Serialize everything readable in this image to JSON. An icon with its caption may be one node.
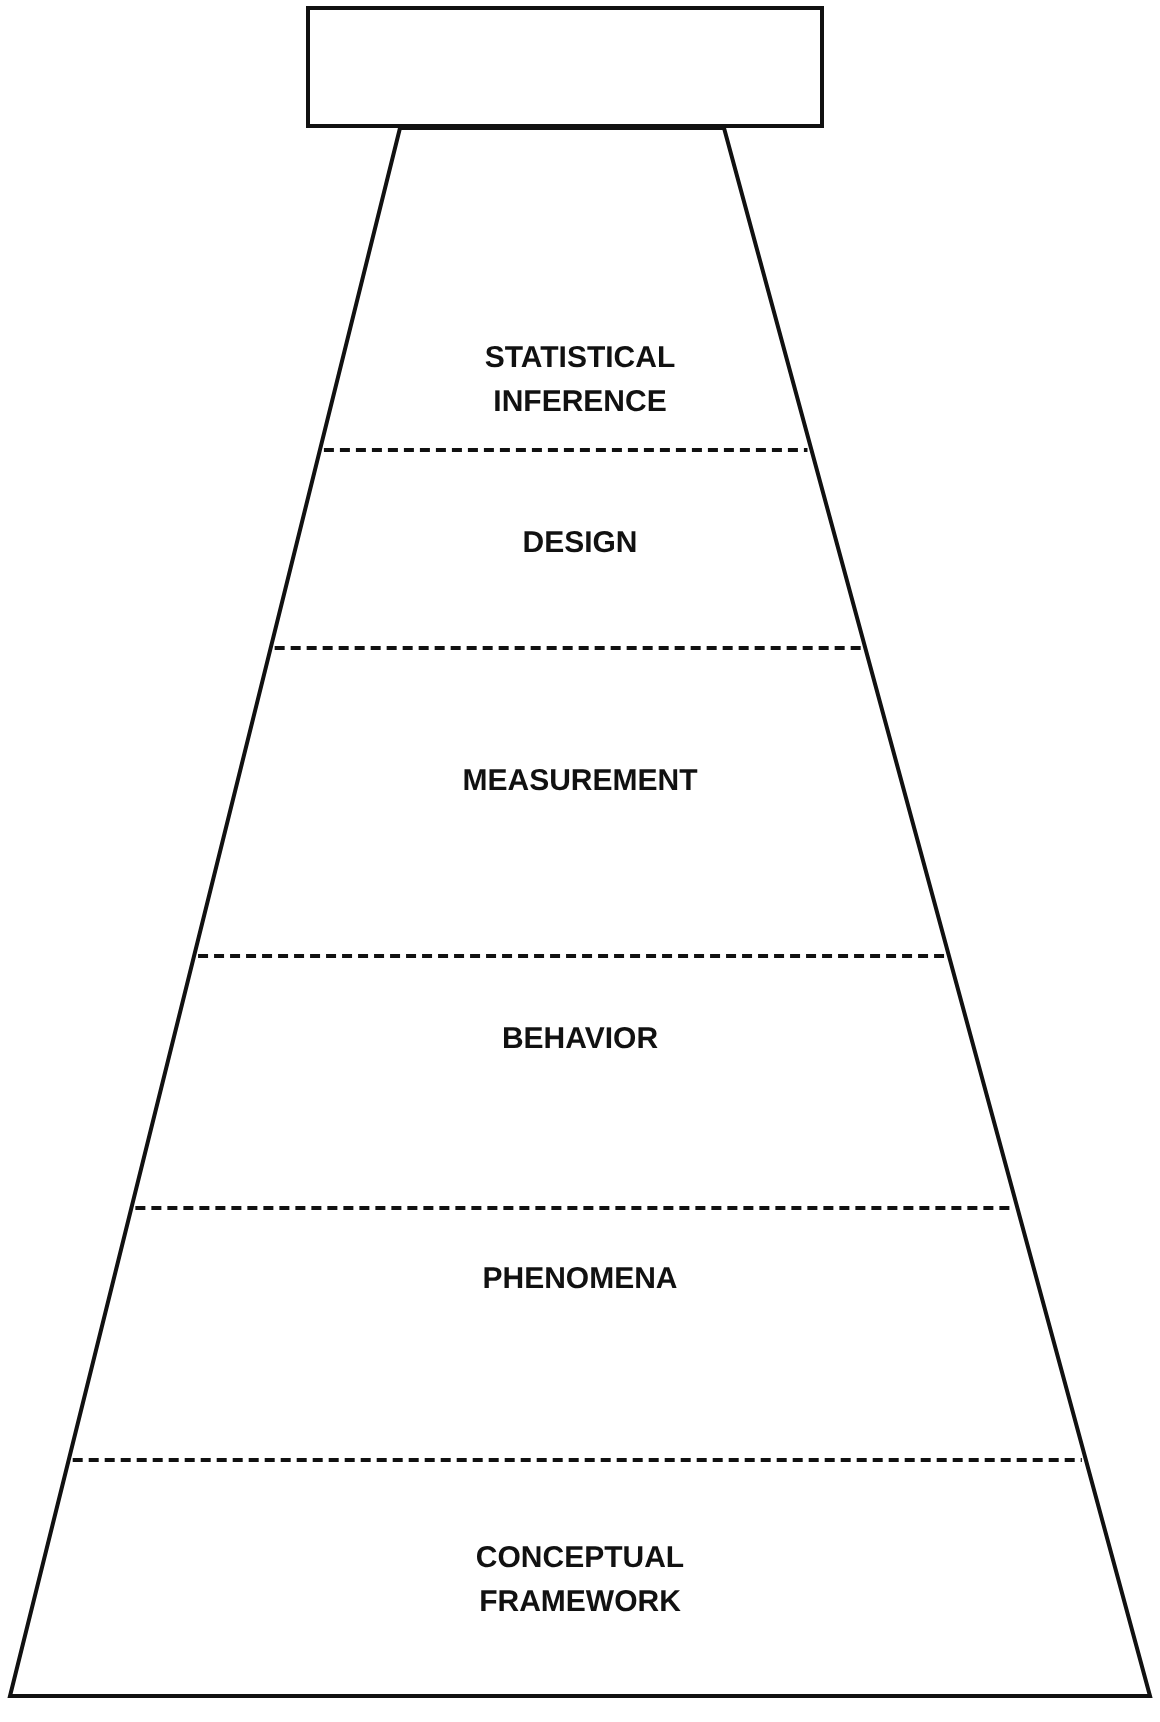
{
  "diagram": {
    "nodes": [
      {
        "text": [],
        "shape": "box"
      },
      {
        "text": [
          "STATISTICAL INFERENCE"
        ]
      },
      {
        "text": [
          "DESIGN"
        ]
      },
      {
        "text": [
          "MEASUREMENT"
        ]
      },
      {
        "text": [
          "BEHAVIOR"
        ]
      },
      {
        "text": [
          "PHENOMENA"
        ]
      },
      {
        "text": [
          "CONCEPTUAL FRAMEWORK"
        ]
      }
    ]
  }
}
